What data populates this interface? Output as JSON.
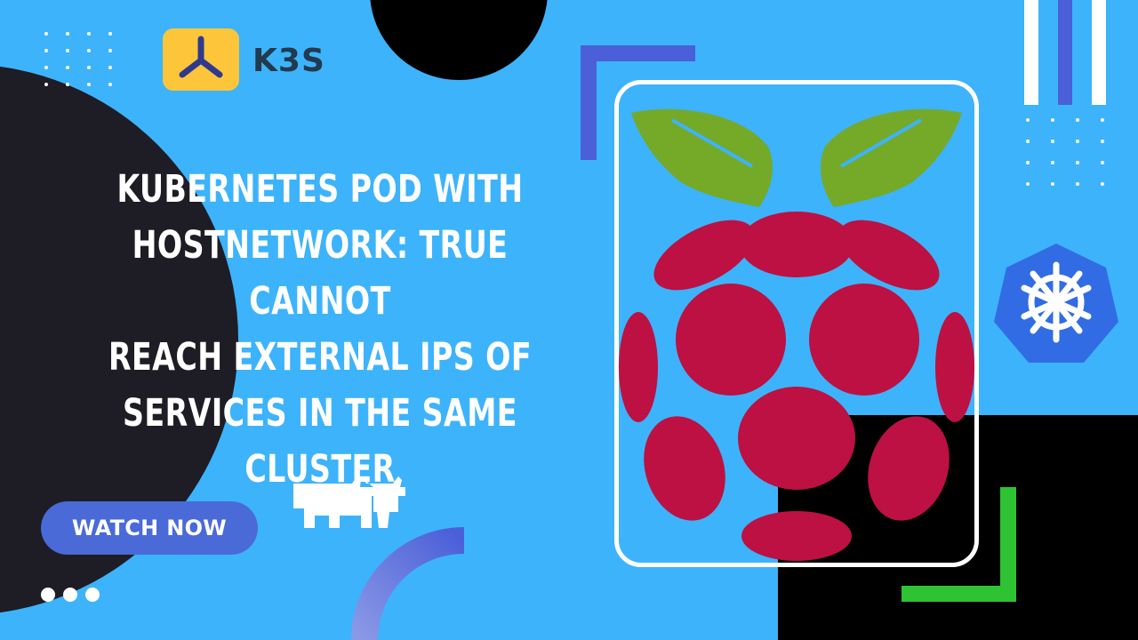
{
  "brand": {
    "logo_text": "K3S",
    "logo_icon": "k3s-tripod-icon",
    "logo_color": "#fdc63a"
  },
  "headline": {
    "lines": [
      "KUBERNETES POD WITH",
      "HOSTNETWORK: TRUE CANNOT",
      "REACH EXTERNAL IPS OF",
      "SERVICES IN THE SAME CLUSTER"
    ]
  },
  "cta": {
    "label": "WATCH NOW"
  },
  "icons": {
    "raspberry": "raspberry-pi-icon",
    "kubernetes": "kubernetes-helm-icon",
    "rancher": "rancher-bull-icon"
  },
  "colors": {
    "background": "#3db3fb",
    "dark": "#1e1c25",
    "accent_blue": "#4a5fd8",
    "accent_green": "#2ec332",
    "raspberry": "#bc1142",
    "leaf": "#75a928",
    "kubernetes": "#326ce5"
  }
}
